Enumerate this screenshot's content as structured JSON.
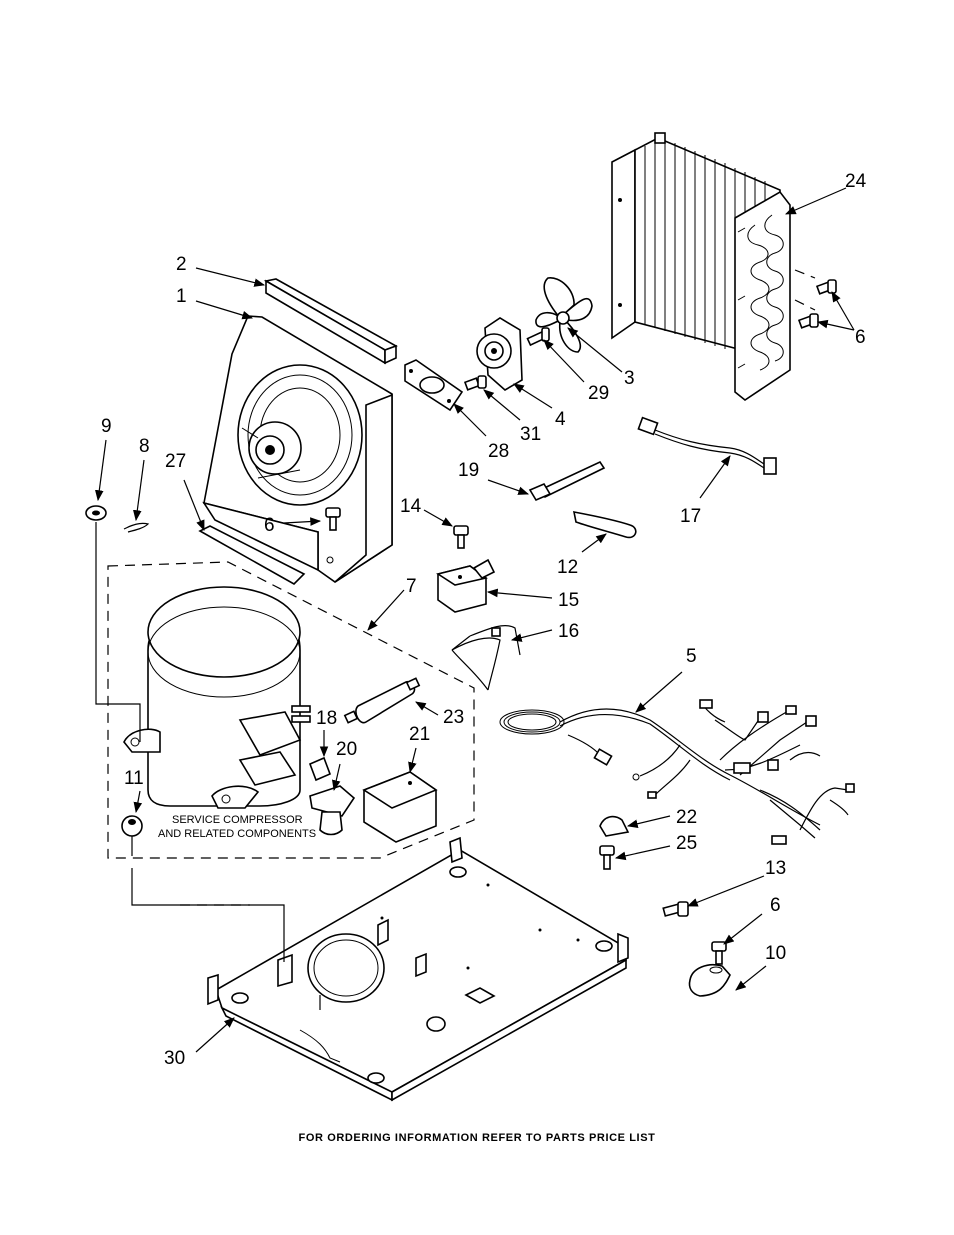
{
  "callouts": {
    "c1": "1",
    "c2": "2",
    "c3": "3",
    "c4": "4",
    "c5": "5",
    "c6": "6",
    "c7": "7",
    "c8": "8",
    "c9": "9",
    "c10": "10",
    "c11": "11",
    "c12": "12",
    "c13": "13",
    "c14": "14",
    "c15": "15",
    "c16": "16",
    "c17": "17",
    "c18": "18",
    "c19": "19",
    "c20": "20",
    "c21": "21",
    "c22": "22",
    "c23": "23",
    "c24": "24",
    "c25": "25",
    "c27": "27",
    "c28": "28",
    "c29": "29",
    "c30": "30",
    "c31": "31"
  },
  "service_note": {
    "line1": "SERVICE COMPRESSOR",
    "line2": "AND RELATED COMPONENTS"
  },
  "footer": "FOR ORDERING INFORMATION REFER TO PARTS PRICE LIST"
}
